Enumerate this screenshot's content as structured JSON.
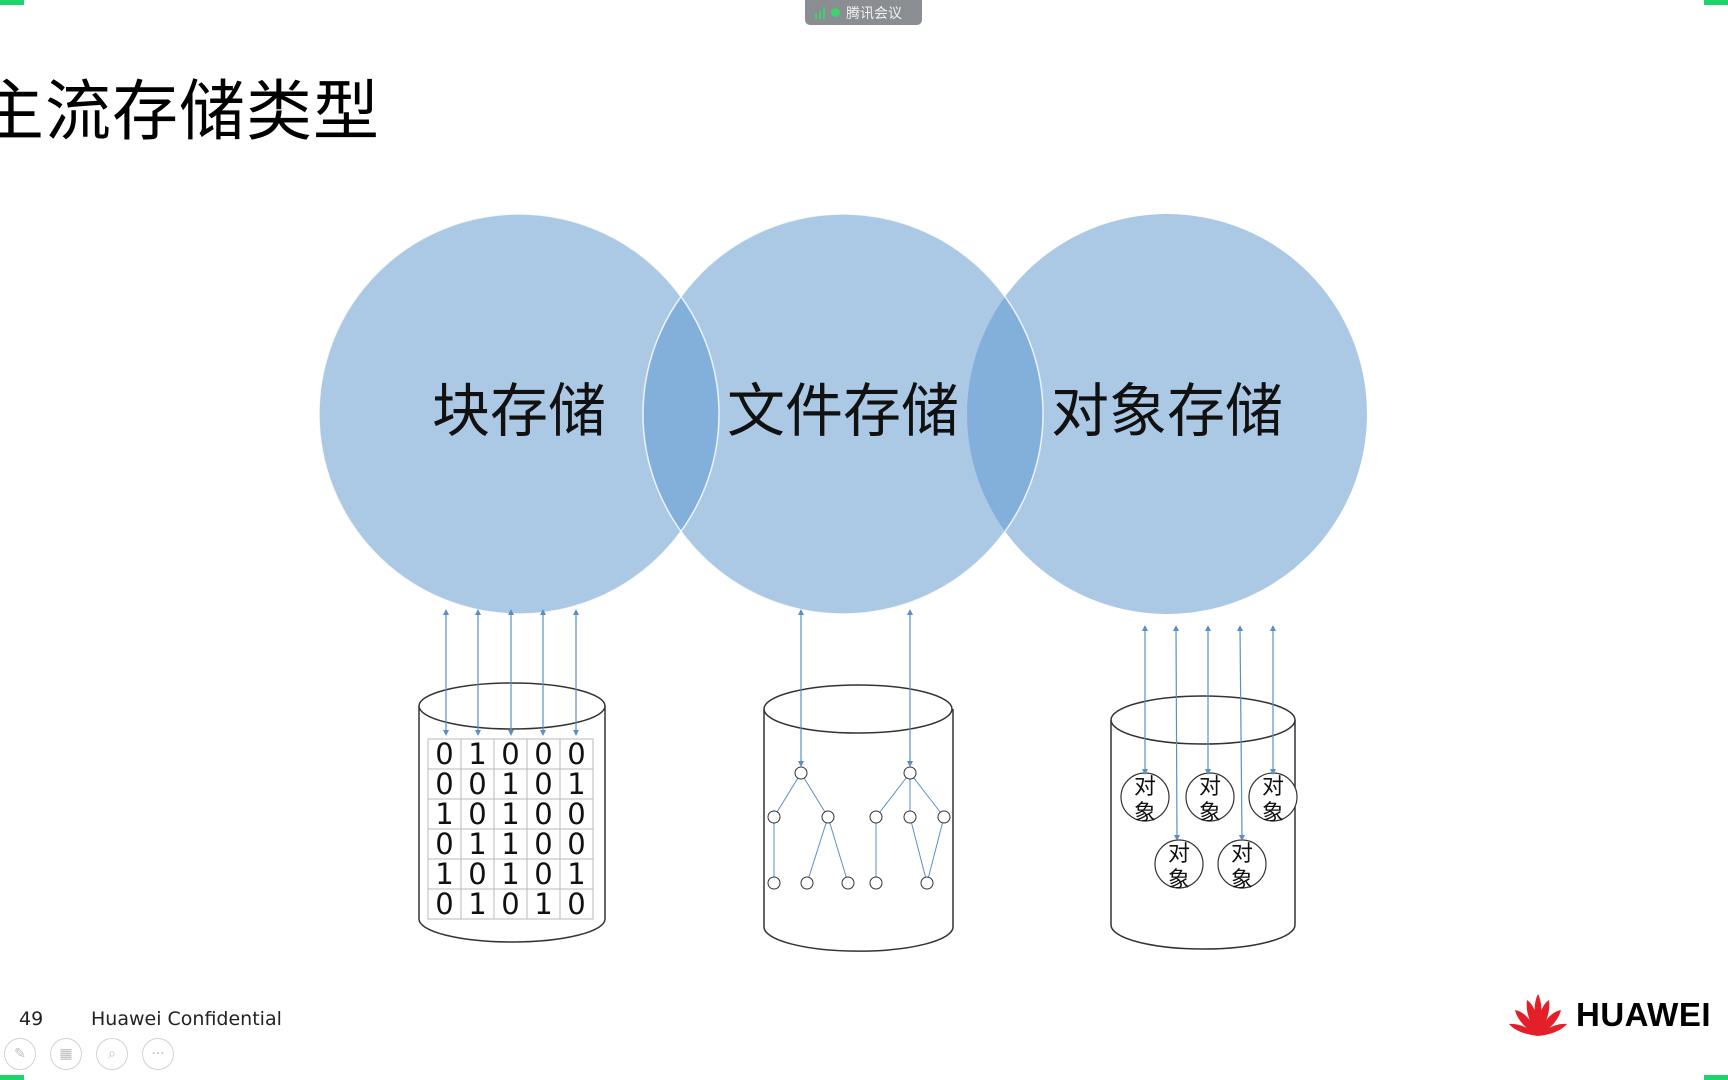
{
  "meeting": {
    "app_name": "腾讯会议"
  },
  "slide": {
    "title": "主流存储类型",
    "number": "49",
    "confidential": "Huawei Confidential",
    "brand": "HUAWEI"
  },
  "diagram": {
    "circles": [
      {
        "label": "块存储"
      },
      {
        "label": "文件存储"
      },
      {
        "label": "对象存储"
      }
    ],
    "block_grid": [
      [
        "0",
        "1",
        "0",
        "0",
        "0"
      ],
      [
        "0",
        "0",
        "1",
        "0",
        "1"
      ],
      [
        "1",
        "0",
        "1",
        "0",
        "0"
      ],
      [
        "0",
        "1",
        "1",
        "0",
        "0"
      ],
      [
        "1",
        "0",
        "1",
        "0",
        "1"
      ],
      [
        "0",
        "1",
        "0",
        "1",
        "0"
      ]
    ],
    "object_label": "对象"
  },
  "toolbar": {
    "buttons": [
      {
        "name": "pen-tool-button",
        "icon": "pencil-icon",
        "glyph": "✎"
      },
      {
        "name": "slides-button",
        "icon": "slides-icon",
        "glyph": "▦"
      },
      {
        "name": "zoom-button",
        "icon": "magnifier-icon",
        "glyph": "⌕"
      },
      {
        "name": "more-button",
        "icon": "more-icon",
        "glyph": "···"
      }
    ]
  },
  "colors": {
    "circle_fill": "#abc9e4",
    "circle_overlap": "#83b0da",
    "arrow": "#5b8fc4",
    "accent_green": "#1bd46a"
  }
}
